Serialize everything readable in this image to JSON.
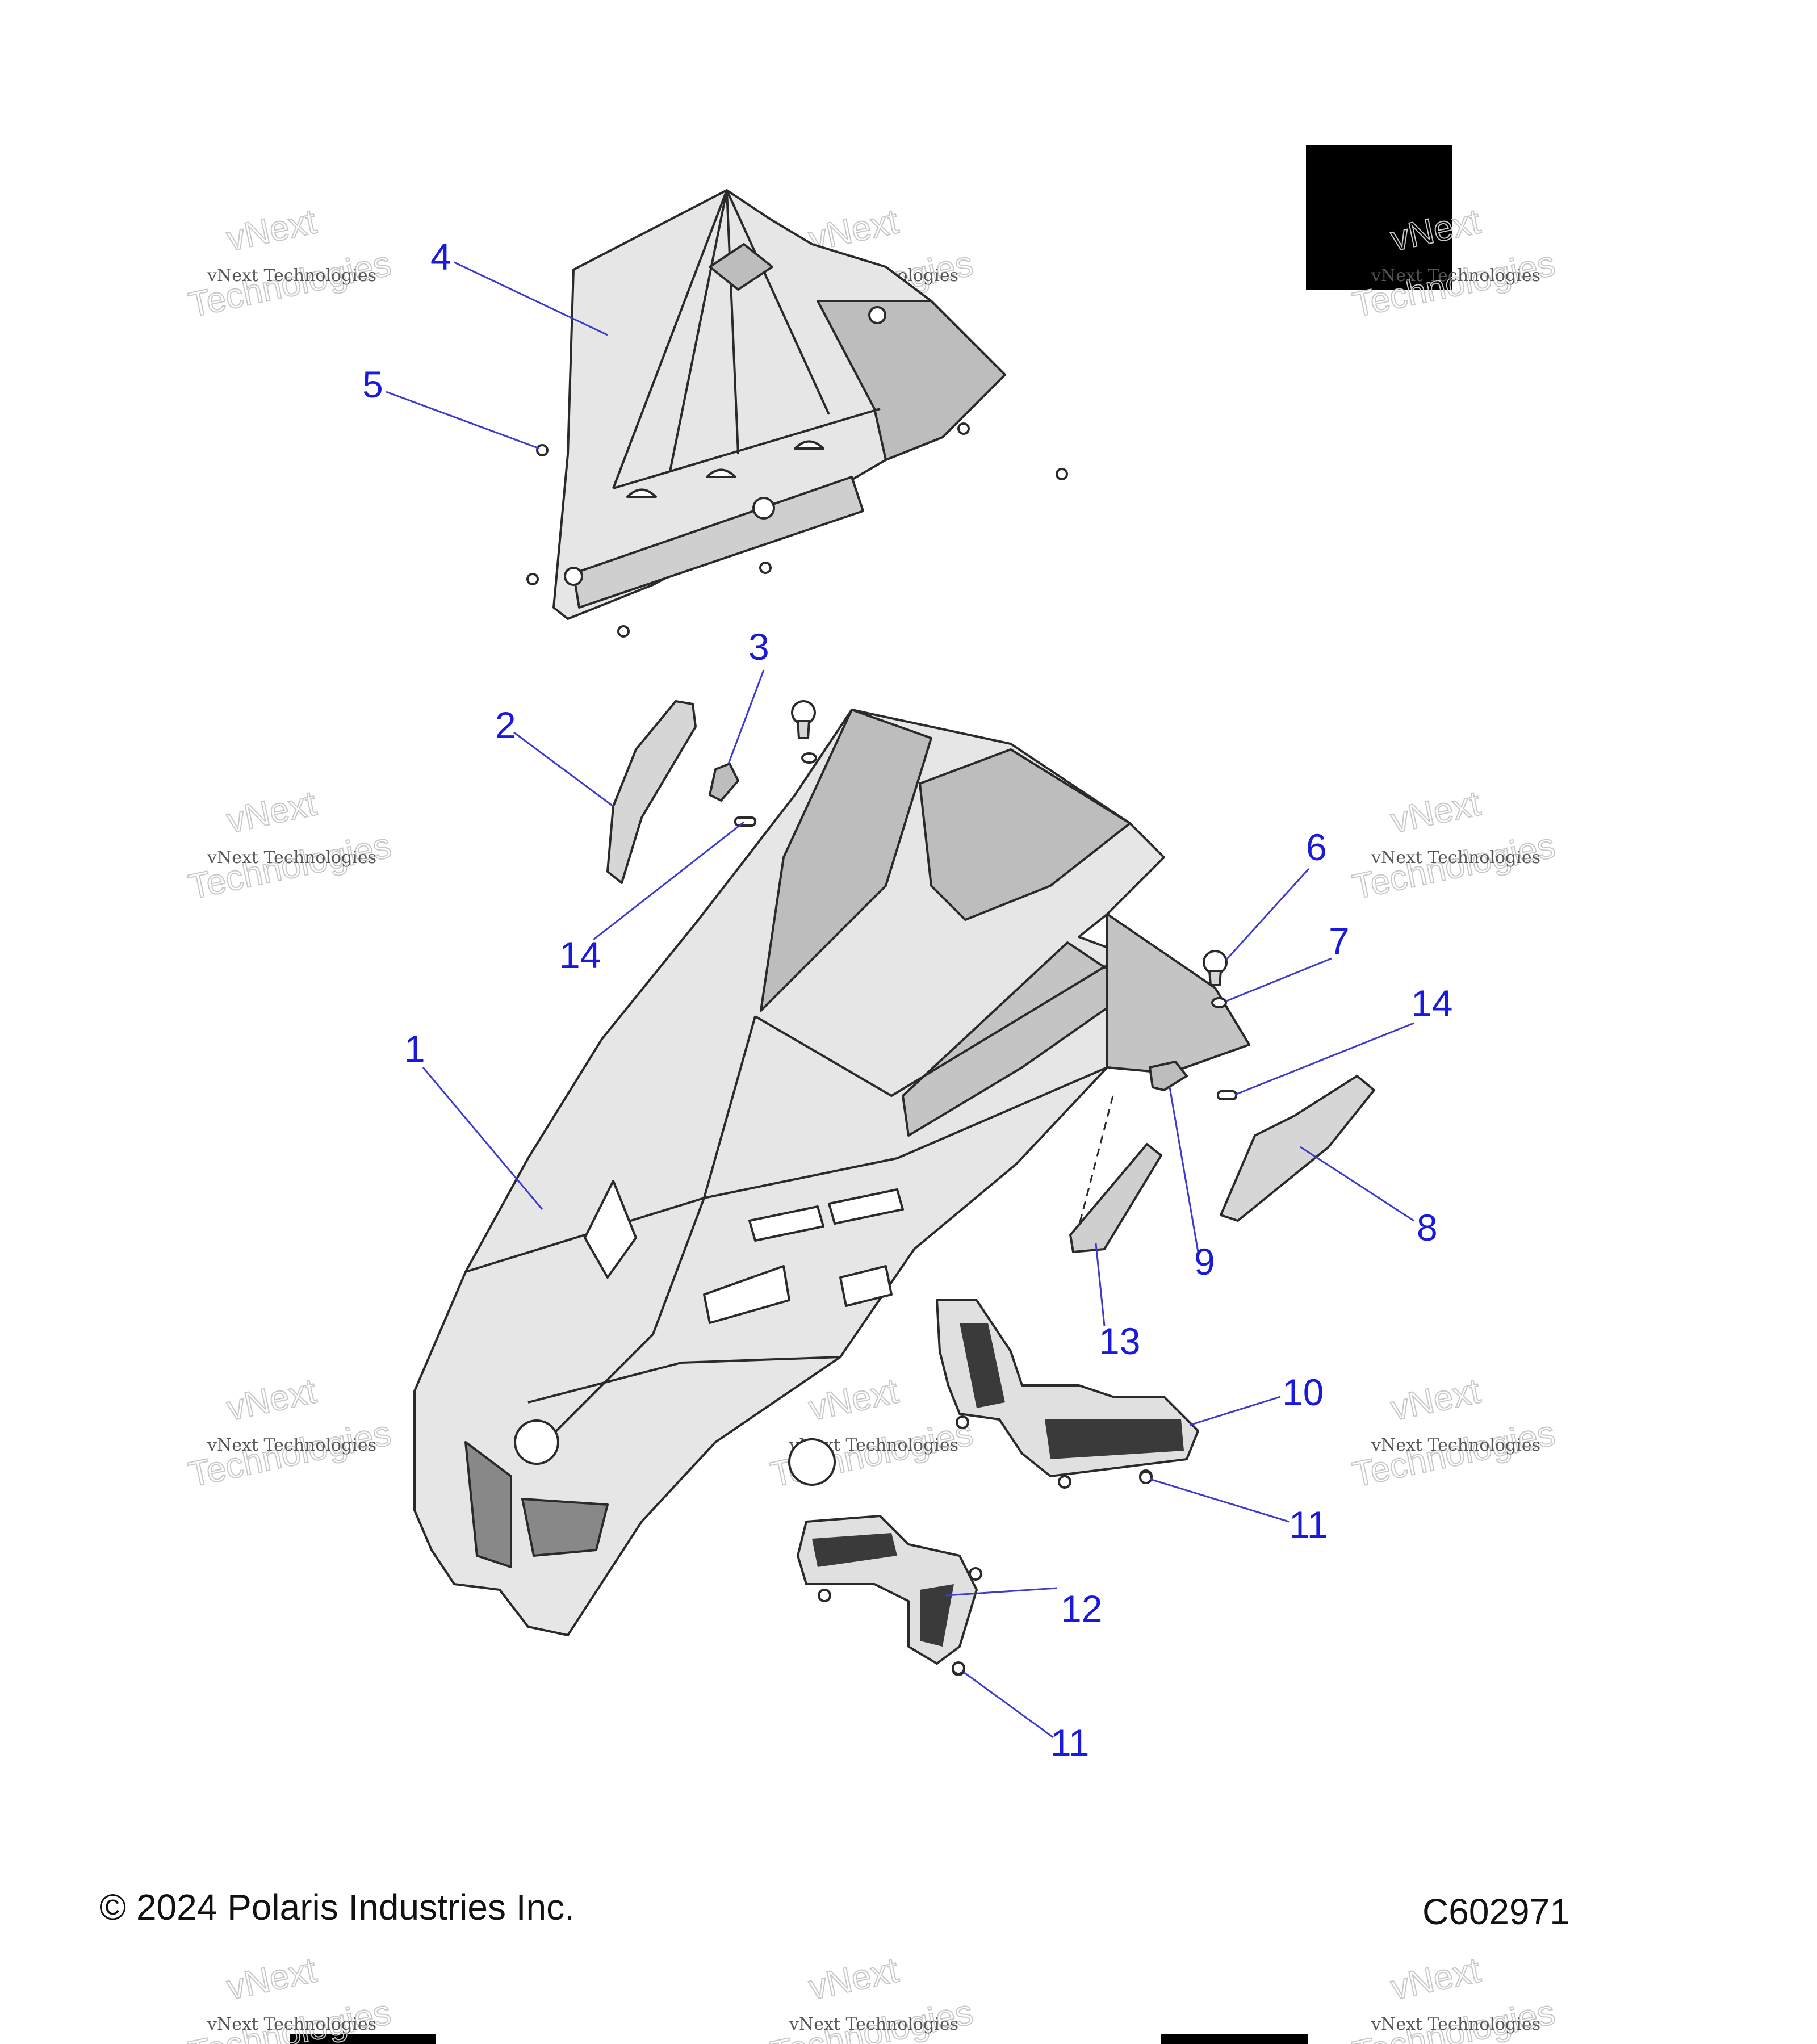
{
  "diagram": {
    "callouts": [
      "1",
      "2",
      "3",
      "4",
      "5",
      "6",
      "7",
      "8",
      "9",
      "10",
      "11",
      "11",
      "12",
      "13",
      "14",
      "14"
    ],
    "watermark": {
      "line1": "vNext Technologies",
      "line2": "vNext",
      "line3": "Technologies"
    }
  },
  "footer": {
    "copyright": "© 2024 Polaris Industries Inc.",
    "code": "C602971"
  },
  "colors": {
    "callout": "#1a1adc",
    "leader": "#3b3bd0",
    "part_fill": "#e6e6e6",
    "part_shade": "#bdbdbd",
    "outline": "#2a2a2a"
  }
}
